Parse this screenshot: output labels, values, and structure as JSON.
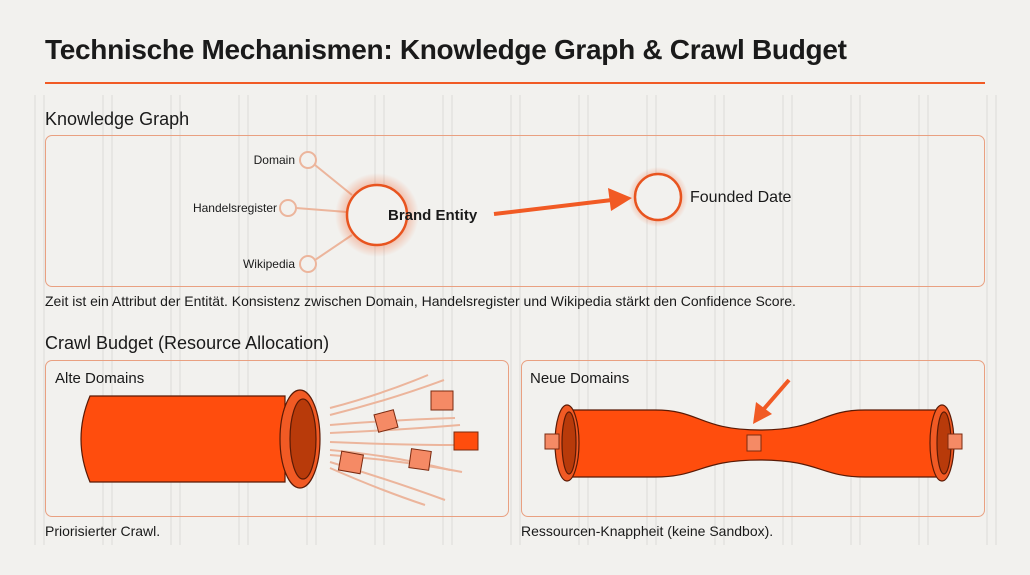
{
  "title": "Technische Mechanismen: Knowledge Graph & Crawl Budget",
  "knowledge_graph": {
    "heading": "Knowledge Graph",
    "sources": [
      "Domain",
      "Handelsregister",
      "Wikipedia"
    ],
    "entity": "Brand Entity",
    "attribute": "Founded Date",
    "caption": "Zeit ist ein Attribut der Entität. Konsistenz zwischen Domain, Handelsregister und Wikipedia stärkt den Confidence Score."
  },
  "crawl_budget": {
    "heading": "Crawl Budget (Resource Allocation)",
    "old": {
      "label": "Alte Domains",
      "caption": "Priorisierter Crawl."
    },
    "new": {
      "label": "Neue Domains",
      "caption": "Ressourcen-Knappheit (keine Sandbox)."
    }
  },
  "colors": {
    "accent": "#f15a24",
    "pipe": "#ff4d0d",
    "background": "#f2f1ee"
  }
}
